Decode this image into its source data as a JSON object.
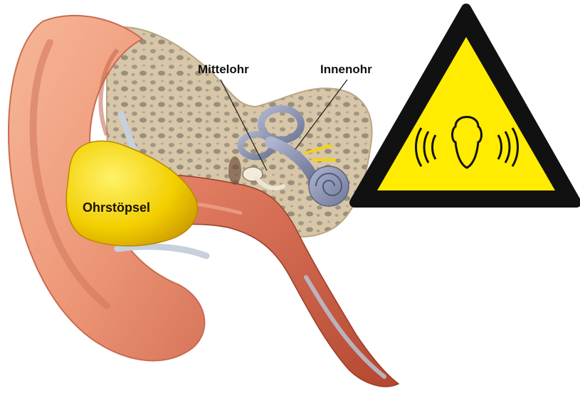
{
  "labels": {
    "middle_ear": "Mittelohr",
    "inner_ear": "Innenohr",
    "ear_plug": "Ohrstöpsel"
  },
  "warning_sign": {
    "icon": "noise-hazard-warning-icon",
    "fill_color": "#ffec00",
    "border_color": "#111111"
  },
  "colors": {
    "skin": "#f1a07e",
    "ear_plug": "#f3d400",
    "bone": "#d9c7aa",
    "inner_ear": "#8f99b8"
  }
}
